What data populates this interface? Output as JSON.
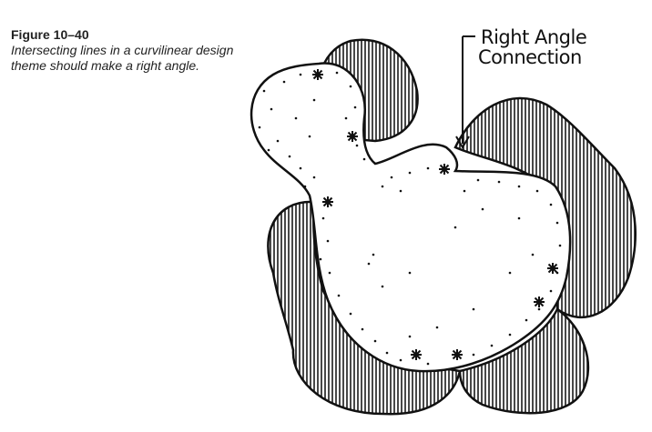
{
  "figure": {
    "number": "Figure 10–40",
    "caption": "Intersecting lines in a curvilinear design theme should make a right angle."
  },
  "diagram": {
    "callout_line1": "Right Angle",
    "callout_line2": "Connection",
    "colors": {
      "ink": "#111111",
      "paper": "#ffffff",
      "hatch": "#1a1a1a"
    }
  }
}
